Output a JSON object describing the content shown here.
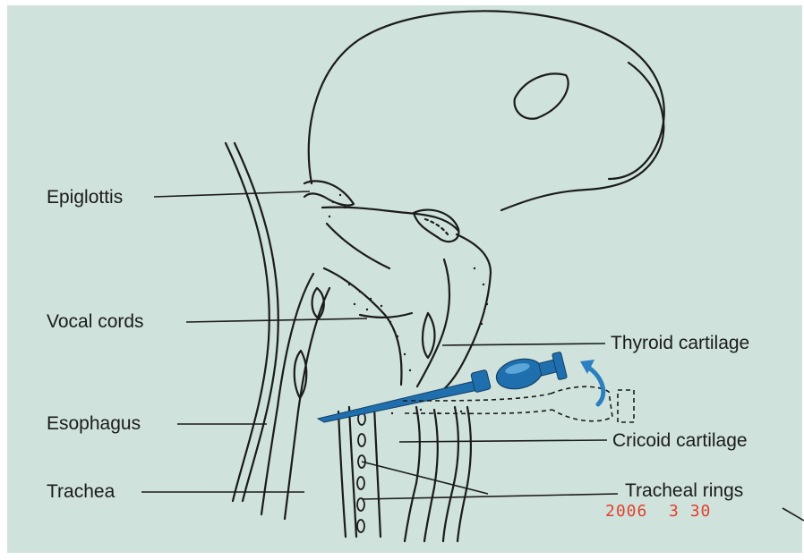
{
  "diagram": {
    "labels": {
      "epiglottis": "Epiglottis",
      "vocal_cords": "Vocal cords",
      "esophagus": "Esophagus",
      "trachea": "Trachea",
      "thyroid_cartilage": "Thyroid cartilage",
      "cricoid_cartilage": "Cricoid cartilage",
      "tracheal_rings": "Tracheal rings"
    },
    "date_stamp": "2006  3 30"
  },
  "colors": {
    "paper": "#cfe2dc",
    "ink": "#1b1b1b",
    "needle": "#1f6fae",
    "needle_highlight": "#5aa6d8",
    "stamp": "#e0412e"
  },
  "icons": [
    "needle-icon",
    "rotation-arrow-icon",
    "cricoid-cartilage-icon",
    "tracheal-ring-icon"
  ]
}
